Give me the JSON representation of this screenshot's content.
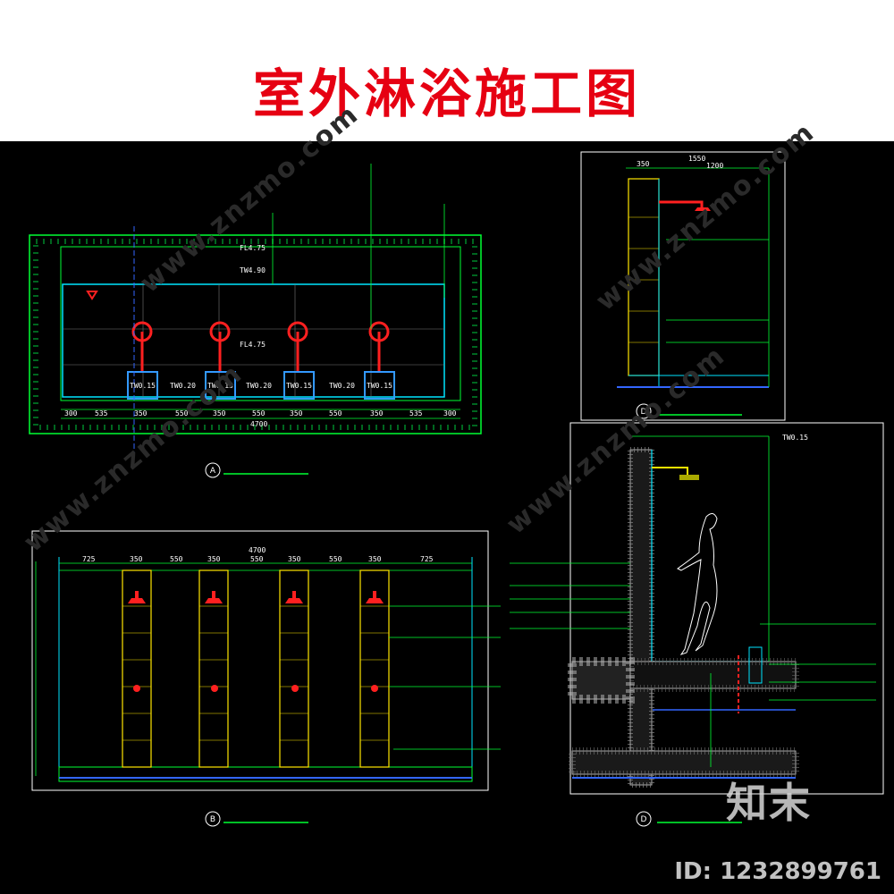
{
  "title": "室外淋浴施工图",
  "watermarks": {
    "diag_text": "www.znzmo.com",
    "logo": "知末",
    "id": "ID: 1232899761"
  },
  "colors": {
    "title_red": "#e60012",
    "cad_green": "#00ff33",
    "cad_cyan": "#00e5ff",
    "cad_yellow": "#ffe600",
    "cad_red": "#ff2020",
    "cad_white": "#ffffff"
  },
  "drawings": {
    "plan": {
      "dims_bottom": [
        "300",
        "535",
        "350",
        "550",
        "350",
        "550",
        "350",
        "550",
        "350",
        "535",
        "300"
      ],
      "total": "4700",
      "labels": [
        "TW0.15",
        "TW0.20",
        "TW0.15",
        "TW0.20",
        "TW0.15",
        "TW0.20",
        "TW0.15"
      ],
      "fl": [
        "FL4.75",
        "TW4.90",
        "FL4.75"
      ]
    },
    "elevation_b": {
      "dims_top": [
        "725",
        "350",
        "550",
        "350",
        "550",
        "350",
        "550",
        "350",
        "725"
      ],
      "total": "4700"
    },
    "section_d": {
      "dims_top": [
        "350",
        "1550",
        "1200"
      ],
      "tw": "TW0.15"
    },
    "markers": [
      "A",
      "B",
      "D",
      "D"
    ]
  }
}
